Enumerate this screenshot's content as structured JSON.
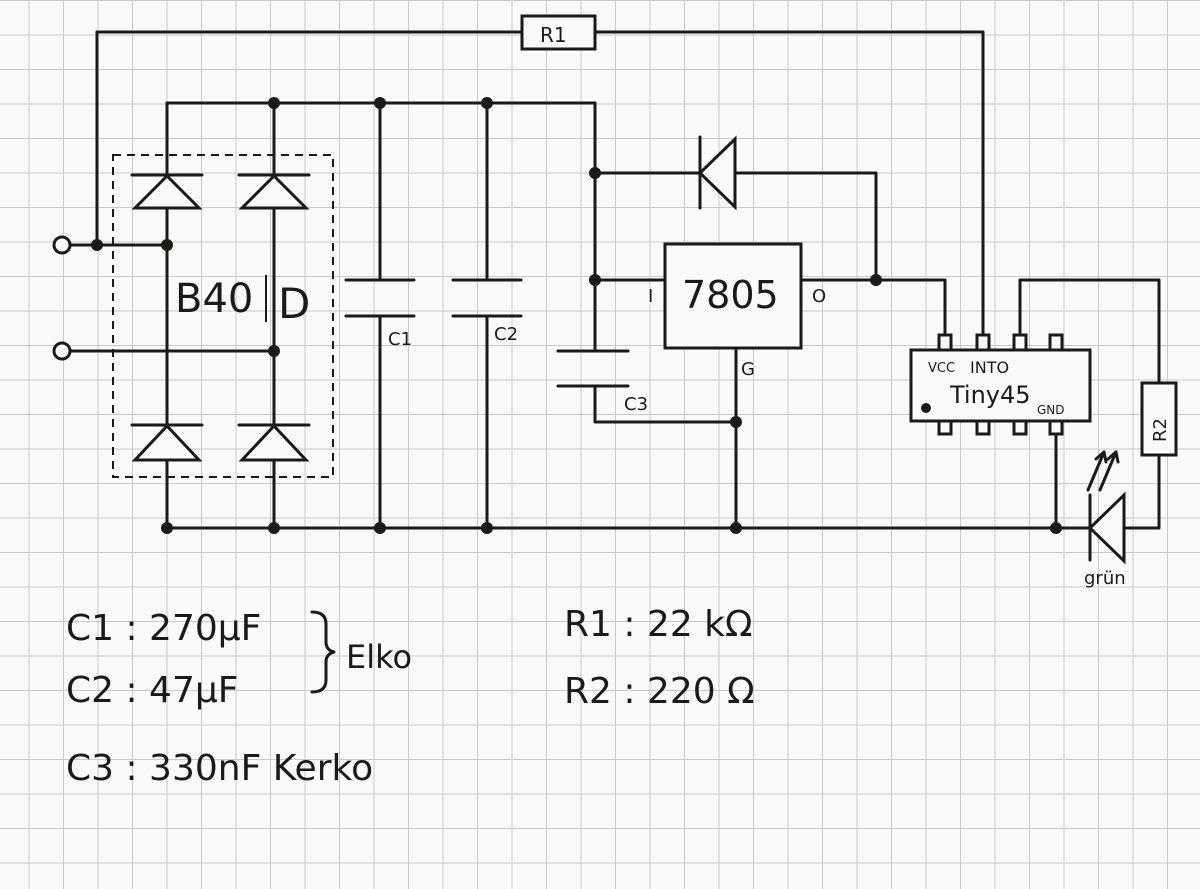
{
  "circuit": {
    "r1_label": "R1",
    "r2_label": "R2",
    "bridge_label_left": "B40",
    "bridge_label_right": "D",
    "c1_label": "C1",
    "c2_label": "C2",
    "c3_label": "C3",
    "regulator_label": "7805",
    "regulator_in": "I",
    "regulator_out": "O",
    "regulator_gnd": "G",
    "mcu_pin_vcc": "VCC",
    "mcu_pin_int0": "INTO",
    "mcu_name": "Tiny45",
    "mcu_pin_gnd": "GND",
    "led_color": "grün"
  },
  "legend": {
    "c1": "C1 :  270µF",
    "c2": "C2 :  47µF",
    "c3": "C3 :  330nF  Kerko",
    "elko": "Elko",
    "r1": "R1 : 22 kΩ",
    "r2": "R2 : 220 Ω"
  },
  "colors": {
    "ink": "#1a1a1a",
    "paper": "#fafaf8",
    "grid": "#c9c9c9"
  }
}
